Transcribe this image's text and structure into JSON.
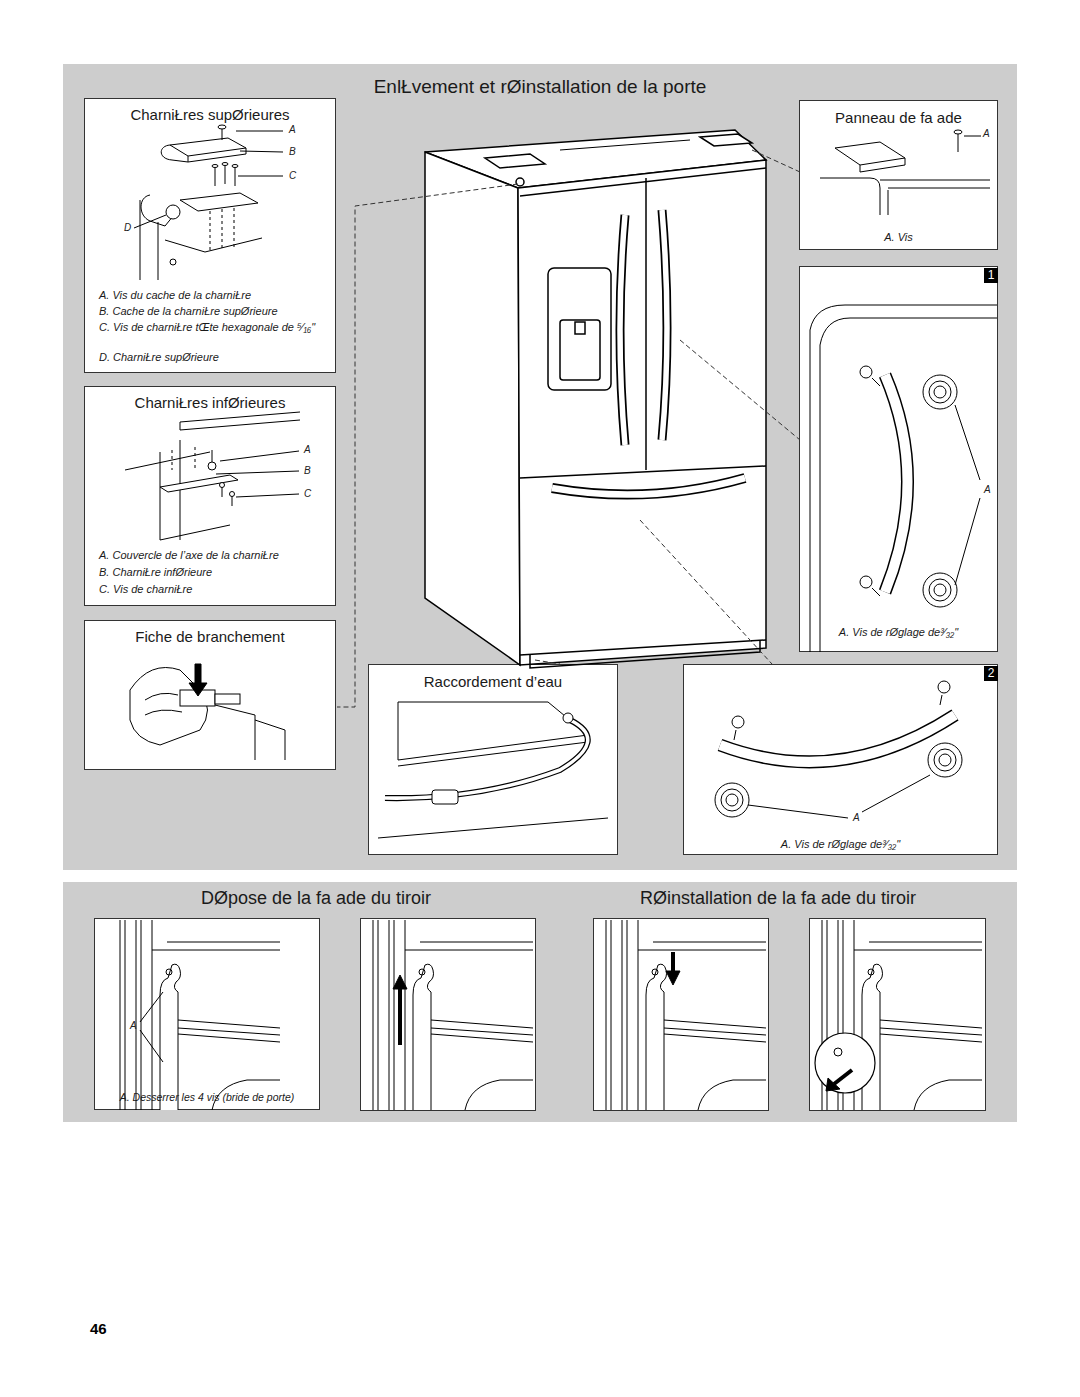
{
  "diagram": {
    "nodes": [
      {
        "text": [
          "EnlŁvement et rØinstallation de la porte"
        ]
      },
      {
        "text": [
          "CharniŁres supØrieures",
          "A. Vis du cache de la charniŁre",
          "B. Cache de la charniŁre supØrieure",
          "C. Vis de charniŁre tŒte hexagonale de ⁵⁄₁₆\"",
          "D. CharniŁre supØrieure"
        ],
        "in": 0
      },
      {
        "text": [
          "CharniŁres infØrieures",
          "A. Couvercle de l’axe de la charniŁre",
          "B. CharniŁre infØrieure",
          "C. Vis de charniŁre"
        ],
        "in": 0
      },
      {
        "text": [
          "Fiche de branchement"
        ],
        "in": 0
      },
      {
        "text": [
          "Panneau de fa ade",
          "A. Vis"
        ],
        "in": 0
      },
      {
        "text": [
          "A. Vis de rØglage de³⁄₃₂\""
        ],
        "in": 0
      },
      {
        "text": [
          "Raccordement d’eau"
        ],
        "in": 0
      },
      {
        "text": [
          "A. Vis de rØglage de³⁄₃₂\""
        ],
        "in": 0
      },
      {
        "text": [
          "DØpose de la fa ade du tiroir",
          "RØinstallation de la fa ade du tiroir"
        ]
      },
      {
        "text": [
          "A. Desserrer les 4 vis (bride de porte)"
        ],
        "in": 8
      }
    ],
    "labels": [
      "A",
      "B",
      "C",
      "D",
      "A",
      "B",
      "C",
      "A",
      "1",
      "A",
      "2",
      "A",
      "A",
      "46"
    ]
  }
}
